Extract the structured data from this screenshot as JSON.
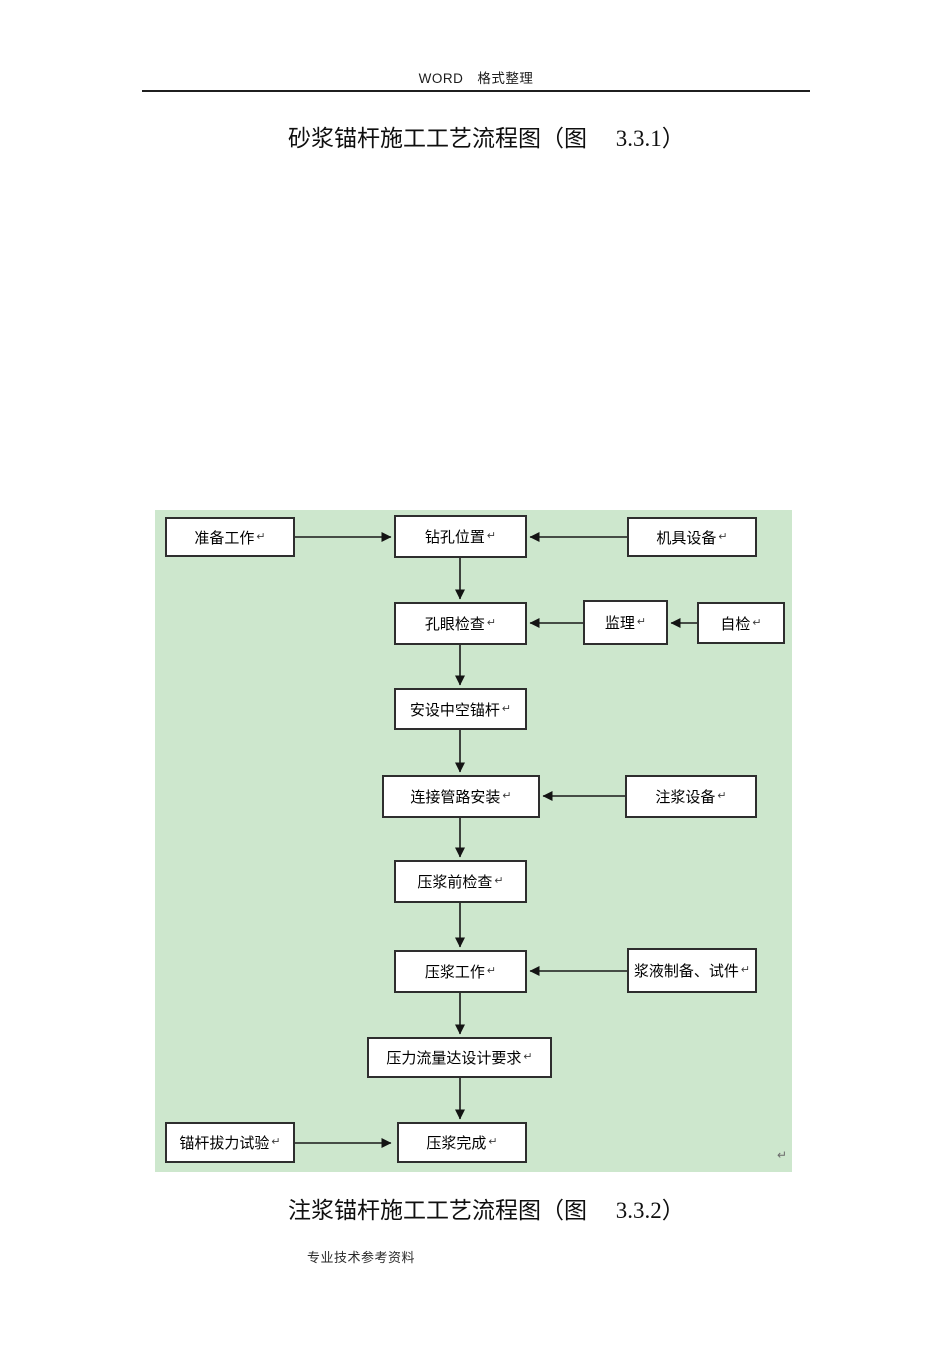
{
  "page": {
    "header_text": "WORD　格式整理",
    "title": "砂浆锚杆施工工艺流程图（图　 3.3.1）",
    "caption": "注浆锚杆施工工艺流程图（图　 3.3.2）",
    "footer_text": "专业技术参考资料"
  },
  "flowchart": {
    "background_color": "#cde7cd",
    "box_border_color": "#2e2e2e",
    "line_color": "#1a1a1a",
    "return_mark": "↵",
    "paragraph_mark": "↵",
    "nodes": [
      {
        "id": "preparation-work",
        "label": "准备工作"
      },
      {
        "id": "drill-hole-position",
        "label": "钻孔位置"
      },
      {
        "id": "machinery-equipment",
        "label": "机具设备"
      },
      {
        "id": "hole-inspection",
        "label": "孔眼检查"
      },
      {
        "id": "supervision",
        "label": "监理"
      },
      {
        "id": "self-inspection",
        "label": "自检"
      },
      {
        "id": "install-hollow-anchor",
        "label": "安设中空锚杆"
      },
      {
        "id": "pipe-connection-install",
        "label": "连接管路安装"
      },
      {
        "id": "grouting-equipment",
        "label": "注浆设备"
      },
      {
        "id": "pre-grouting-check",
        "label": "压浆前检查"
      },
      {
        "id": "grouting-work",
        "label": "压浆工作"
      },
      {
        "id": "slurry-preparation-specimen",
        "label": "浆液制备、试件"
      },
      {
        "id": "pressure-flow-meets-design",
        "label": "压力流量达设计要求"
      },
      {
        "id": "anchor-pullout-test",
        "label": "锚杆拔力试验"
      },
      {
        "id": "grouting-complete",
        "label": "压浆完成"
      }
    ],
    "edges": [
      {
        "from": "preparation-work",
        "to": "drill-hole-position"
      },
      {
        "from": "machinery-equipment",
        "to": "drill-hole-position"
      },
      {
        "from": "drill-hole-position",
        "to": "hole-inspection"
      },
      {
        "from": "supervision",
        "to": "hole-inspection"
      },
      {
        "from": "self-inspection",
        "to": "supervision"
      },
      {
        "from": "hole-inspection",
        "to": "install-hollow-anchor"
      },
      {
        "from": "install-hollow-anchor",
        "to": "pipe-connection-install"
      },
      {
        "from": "grouting-equipment",
        "to": "pipe-connection-install"
      },
      {
        "from": "pipe-connection-install",
        "to": "pre-grouting-check"
      },
      {
        "from": "pre-grouting-check",
        "to": "grouting-work"
      },
      {
        "from": "slurry-preparation-specimen",
        "to": "grouting-work"
      },
      {
        "from": "grouting-work",
        "to": "pressure-flow-meets-design"
      },
      {
        "from": "pressure-flow-meets-design",
        "to": "grouting-complete"
      },
      {
        "from": "anchor-pullout-test",
        "to": "grouting-complete"
      }
    ]
  }
}
